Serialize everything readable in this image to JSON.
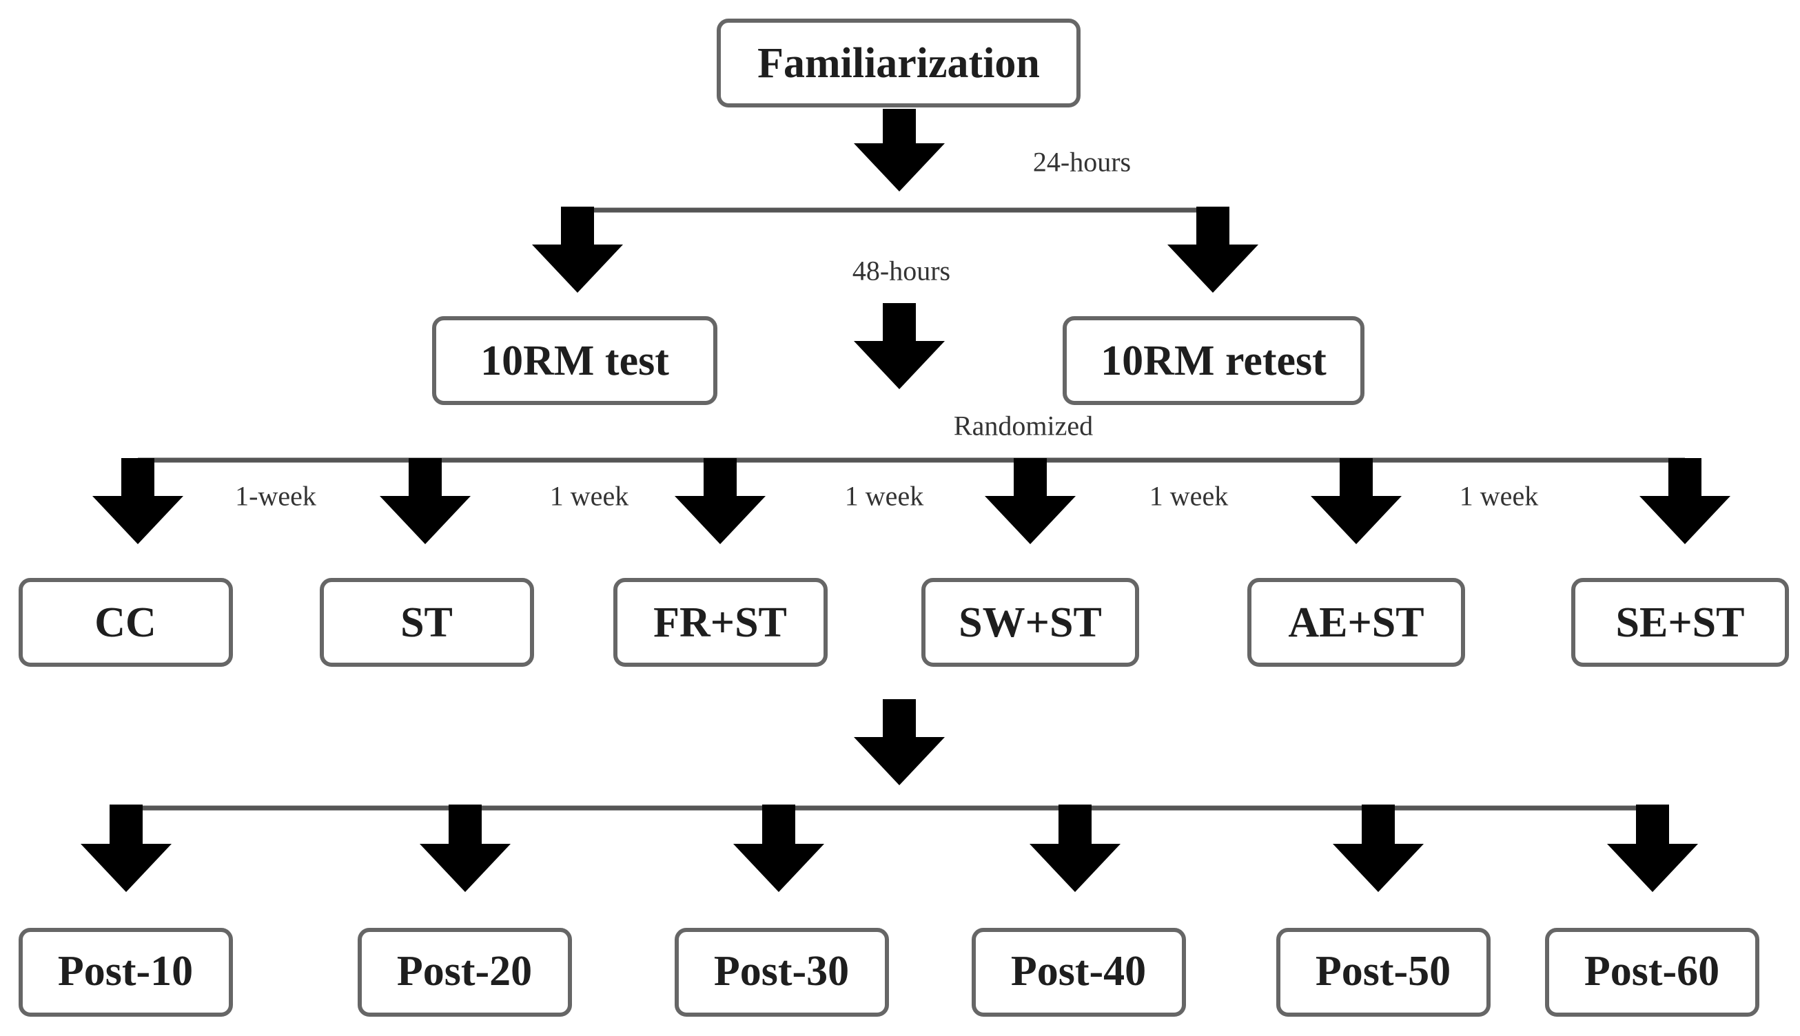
{
  "boxes": {
    "familiarization": "Familiarization",
    "test": "10RM test",
    "retest": "10RM retest",
    "conditions": [
      "CC",
      "ST",
      "FR+ST",
      "SW+ST",
      "AE+ST",
      "SE+ST"
    ],
    "posts": [
      "Post-10",
      "Post-20",
      "Post-30",
      "Post-40",
      "Post-50",
      "Post-60"
    ]
  },
  "notes": {
    "hours24": "24-hours",
    "hours48": "48-hours",
    "randomized": "Randomized",
    "weeks": [
      "1-week",
      "1 week",
      "1 week",
      "1 week",
      "1 week"
    ]
  },
  "colors": {
    "arrow": "#000000",
    "box_border": "#666666",
    "line": "#555555"
  }
}
